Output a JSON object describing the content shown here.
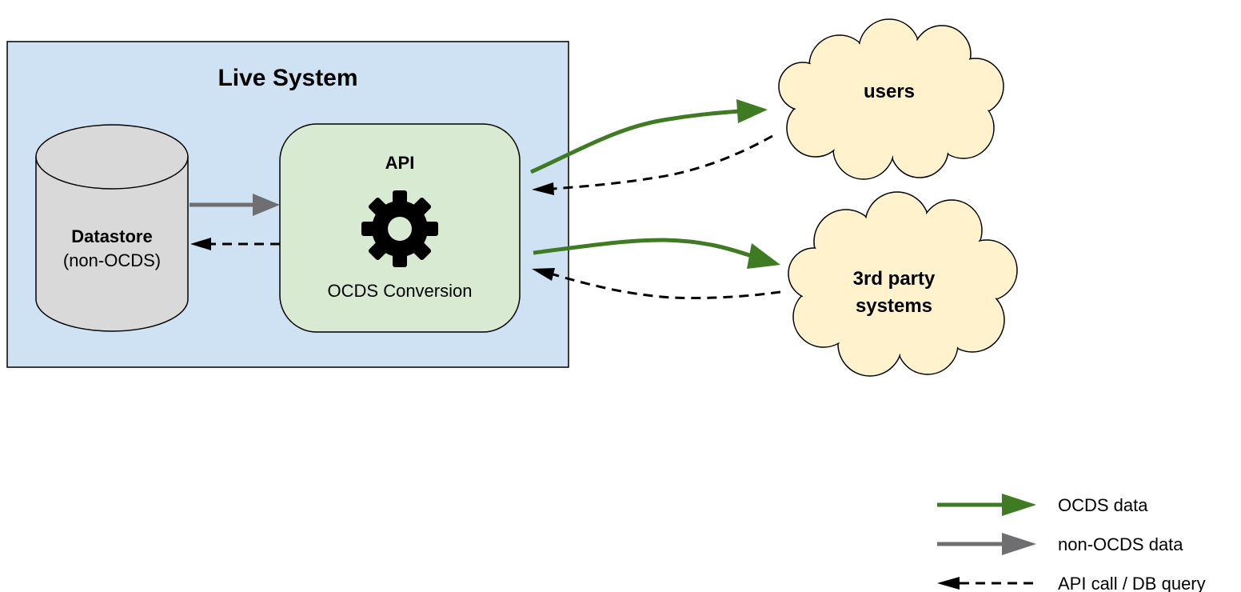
{
  "live_system": {
    "title": "Live System"
  },
  "datastore": {
    "name": "Datastore",
    "subtitle": "(non-OCDS)"
  },
  "api": {
    "title": "API",
    "subtitle": "OCDS Conversion",
    "icon": "gear-icon"
  },
  "users": {
    "label": "users"
  },
  "third_party": {
    "line1": "3rd party",
    "line2": "systems"
  },
  "legend": {
    "ocds": "OCDS data",
    "non_ocds": "non-OCDS data",
    "api_call": "API call / DB query"
  },
  "colors": {
    "ocds_arrow": "#3e7b22",
    "non_ocds_arrow": "#6f6f71",
    "call_arrow": "#000000",
    "live_system_fill": "#cfe2f3",
    "api_fill": "#d9ead3",
    "datastore_fill": "#d9d9d9",
    "cloud_fill": "#fff2cc"
  }
}
